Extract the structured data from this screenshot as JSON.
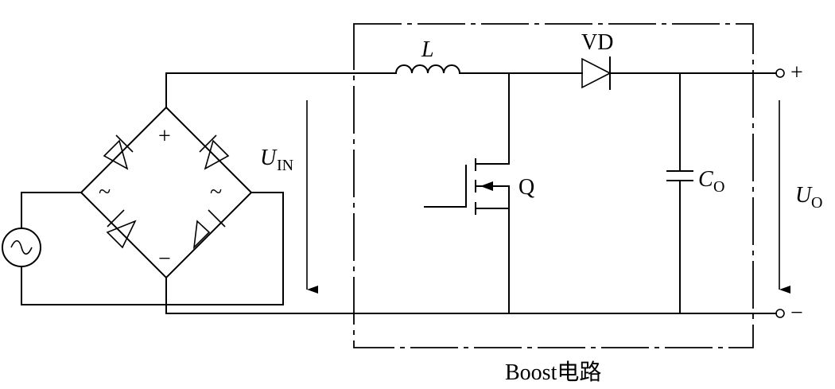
{
  "labels": {
    "inductor": "L",
    "diode": "VD",
    "transistor": "Q",
    "capacitor_main": "C",
    "capacitor_sub": "O",
    "input_voltage_main": "U",
    "input_voltage_sub": "IN",
    "output_voltage_main": "U",
    "output_voltage_sub": "O",
    "plus": "+",
    "minus": "−",
    "tilde": "~",
    "caption": "Boost电路"
  }
}
